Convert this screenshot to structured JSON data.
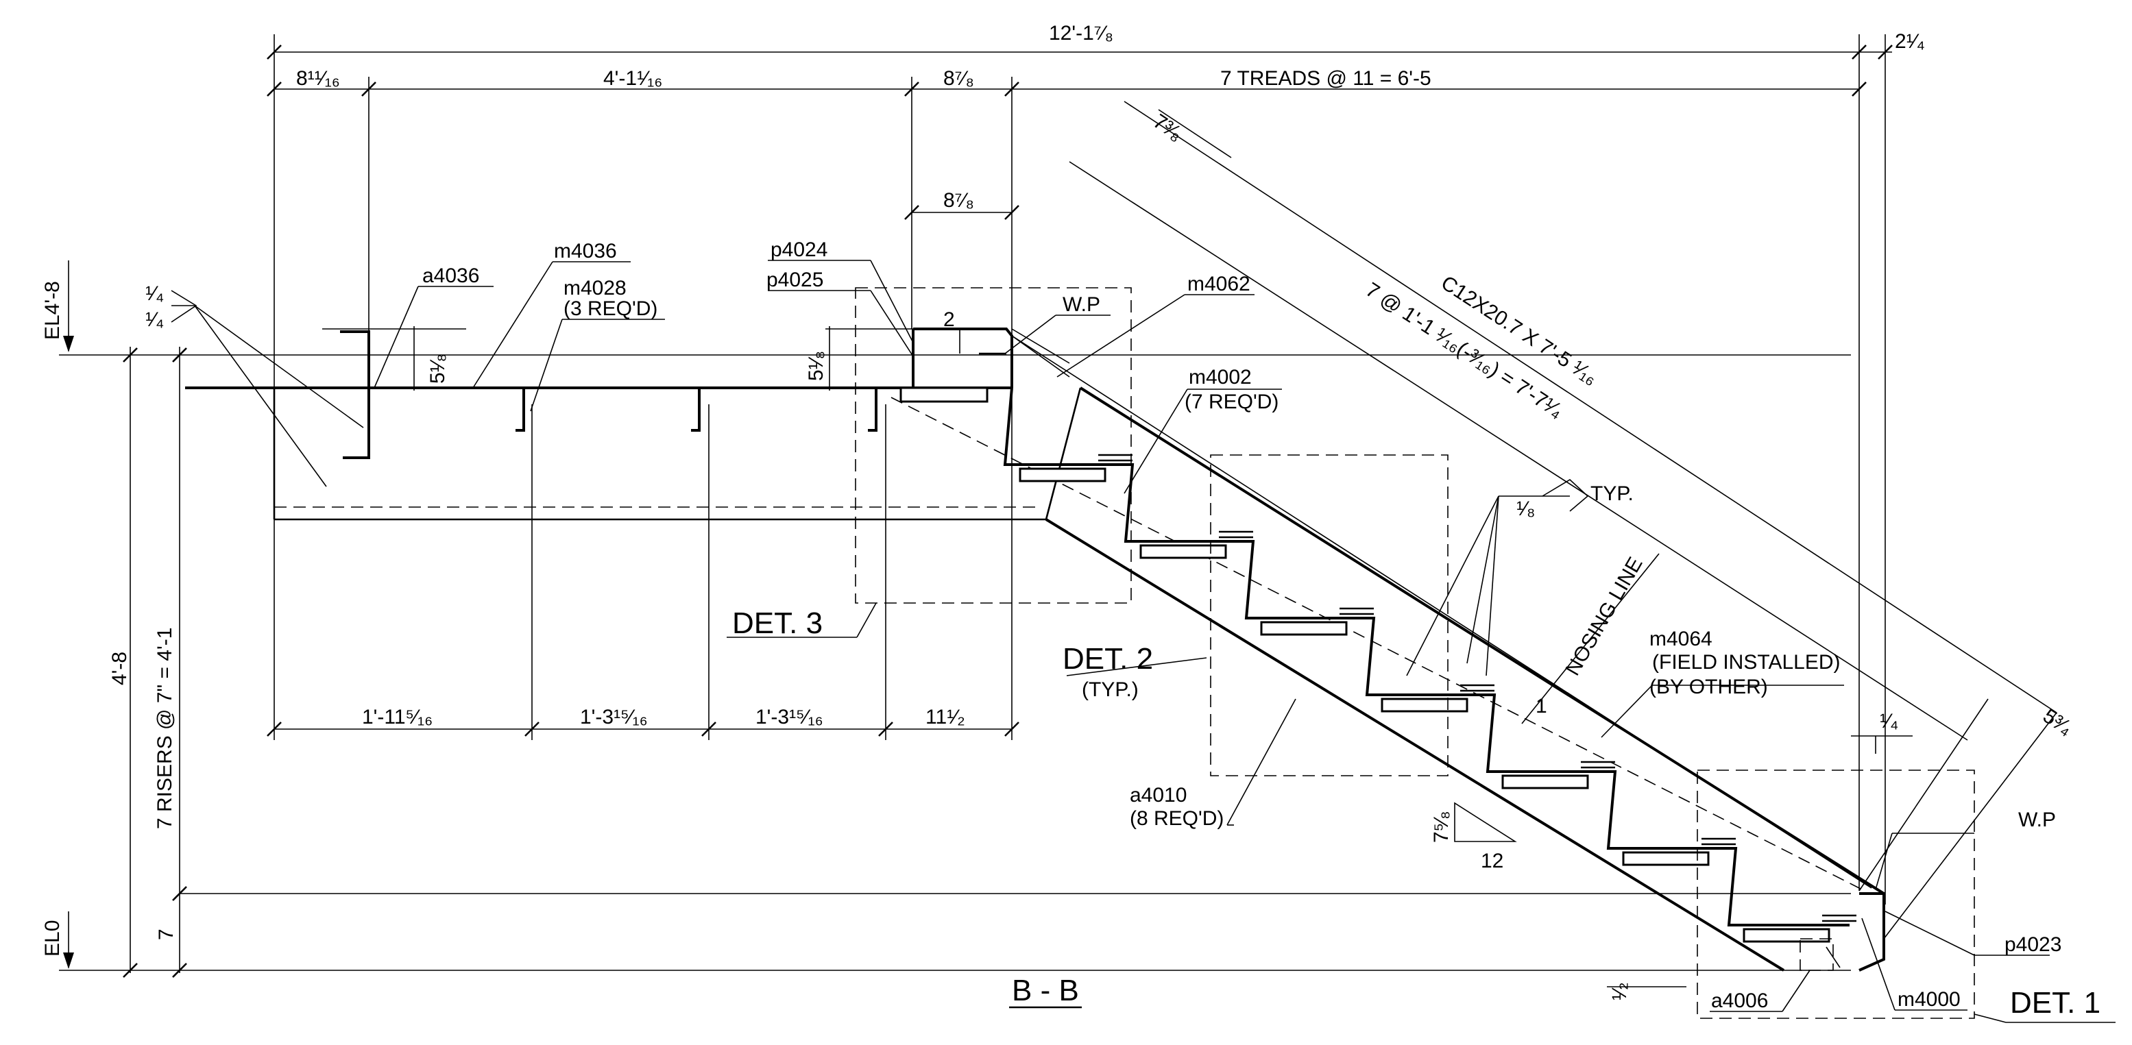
{
  "dims": {
    "overall": "12'-1⁷⁄₈",
    "right_small": "2¹⁄₄",
    "d1": "8¹¹⁄₁₆",
    "d2": "4'-1¹⁄₁₆",
    "d3": "8⁷⁄₈",
    "treads": "7 TREADS @ 11 = 6'-5",
    "d3b": "8⁷⁄₈",
    "slope_small": "7³⁄₈",
    "channel": "C12X20.7 X 7'-5 ¹⁄₁₆",
    "diag_run": "7 @ 1'-1 ¹⁄₁₆(-³⁄₁₆) = 7'-7¹⁄₄",
    "b1": "1'-11⁵⁄₁₆",
    "b2": "1'-3¹⁵⁄₁₆",
    "b3": "1'-3¹⁵⁄₁₆",
    "b4": "11¹⁄₂",
    "v_total": "4'-8",
    "risers": "7 RISERS @ 7\" = 4'-1",
    "v7": "7",
    "el_top": "EL4'-8",
    "el_bot": "EL0",
    "h518a": "5¹⁄₈",
    "h518b": "5¹⁄₈",
    "h2": "2",
    "weld_top": "¹⁄₄",
    "weld_bot": "¹⁄₄",
    "weld_typ": "¹⁄₈",
    "typ": "TYP.",
    "q14": "¹⁄₄",
    "q12": "¹⁄₂",
    "s534": "5³⁄₄",
    "slope_rise": "7⁵⁄₈",
    "slope_run": "12",
    "nosing": "NOSING LINE",
    "nosing_one": "1"
  },
  "labels": {
    "a4036": "a4036",
    "m4036": "m4036",
    "m4028": "m4028",
    "m4028_q": "(3 REQ'D)",
    "p4024": "p4024",
    "p4025": "p4025",
    "wp_top": "W.P",
    "m4062": "m4062",
    "m4002": "m4002",
    "m4002_q": "(7 REQ'D)",
    "m4064": "m4064",
    "m4064_a": "(FIELD INSTALLED)",
    "m4064_b": "(BY OTHER)",
    "a4010": "a4010",
    "a4010_q": "(8 REQ'D)",
    "wp_bot": "W.P",
    "p4023": "p4023",
    "m4000": "m4000",
    "a4006": "a4006",
    "det1": "DET. 1",
    "det2": "DET. 2",
    "det2_typ": "(TYP.)",
    "det3": "DET. 3",
    "section": "B - B"
  }
}
